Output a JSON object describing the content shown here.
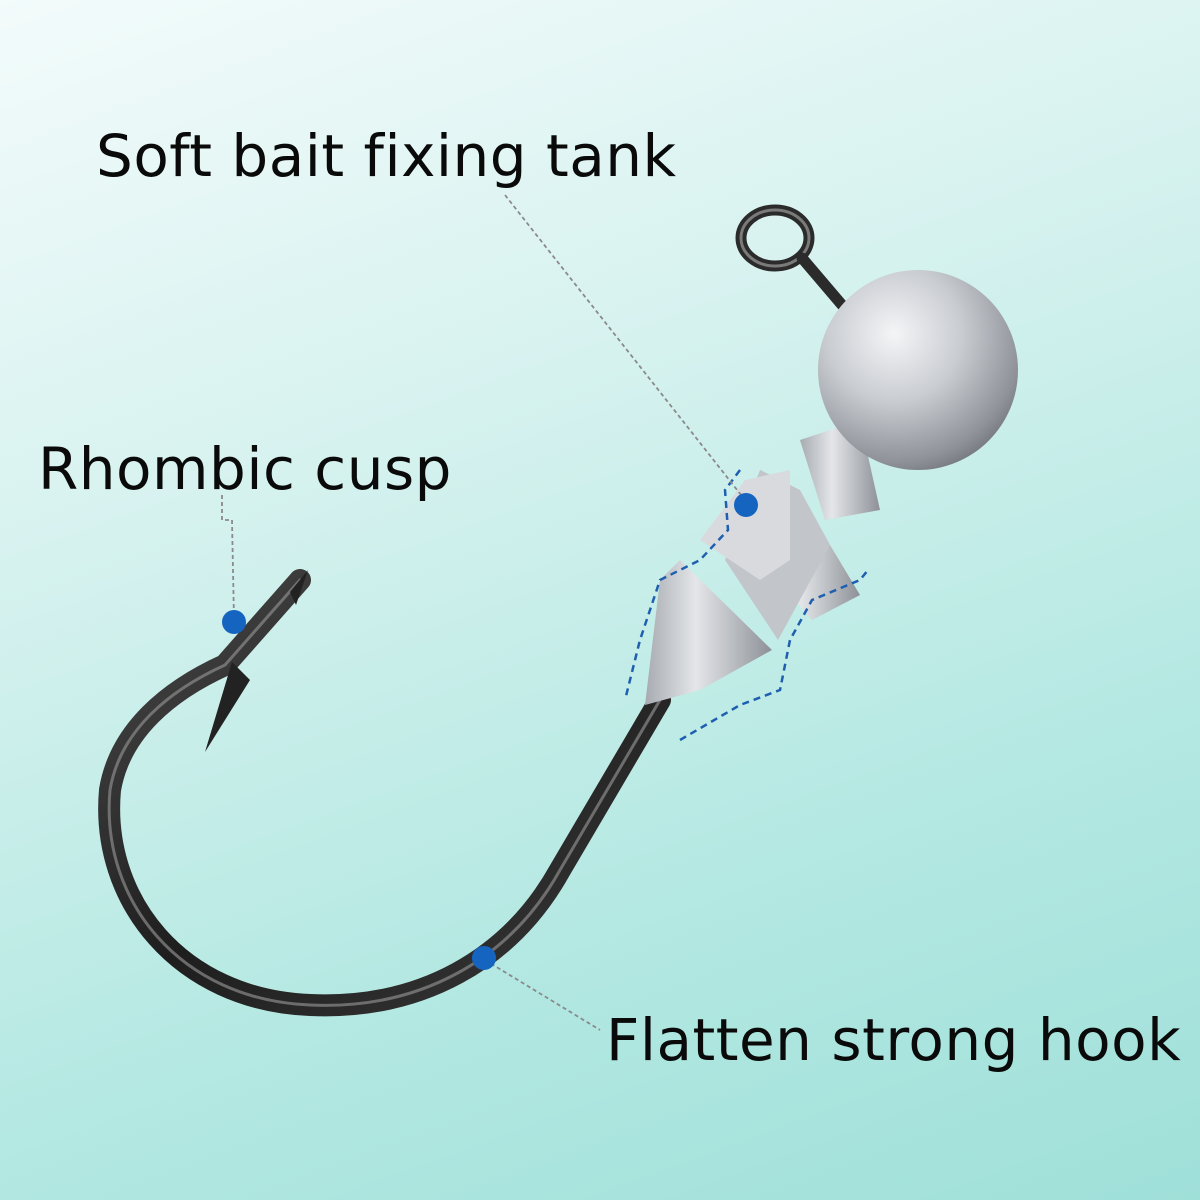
{
  "callouts": {
    "tank": {
      "text": "Soft bait fixing tank"
    },
    "cusp": {
      "text": "Rhombic cusp"
    },
    "hook": {
      "text": "Flatten strong hook"
    }
  },
  "colors": {
    "background_light": "#f3fbfb",
    "background_teal": "#9fe0d9",
    "marker_dot": "#1565c0",
    "dashed_outline": "#1f5fb0",
    "leader_line": "#8a8a8a",
    "hook_metal": "#2a2a2a",
    "lead_head": "#b8bcc2"
  }
}
